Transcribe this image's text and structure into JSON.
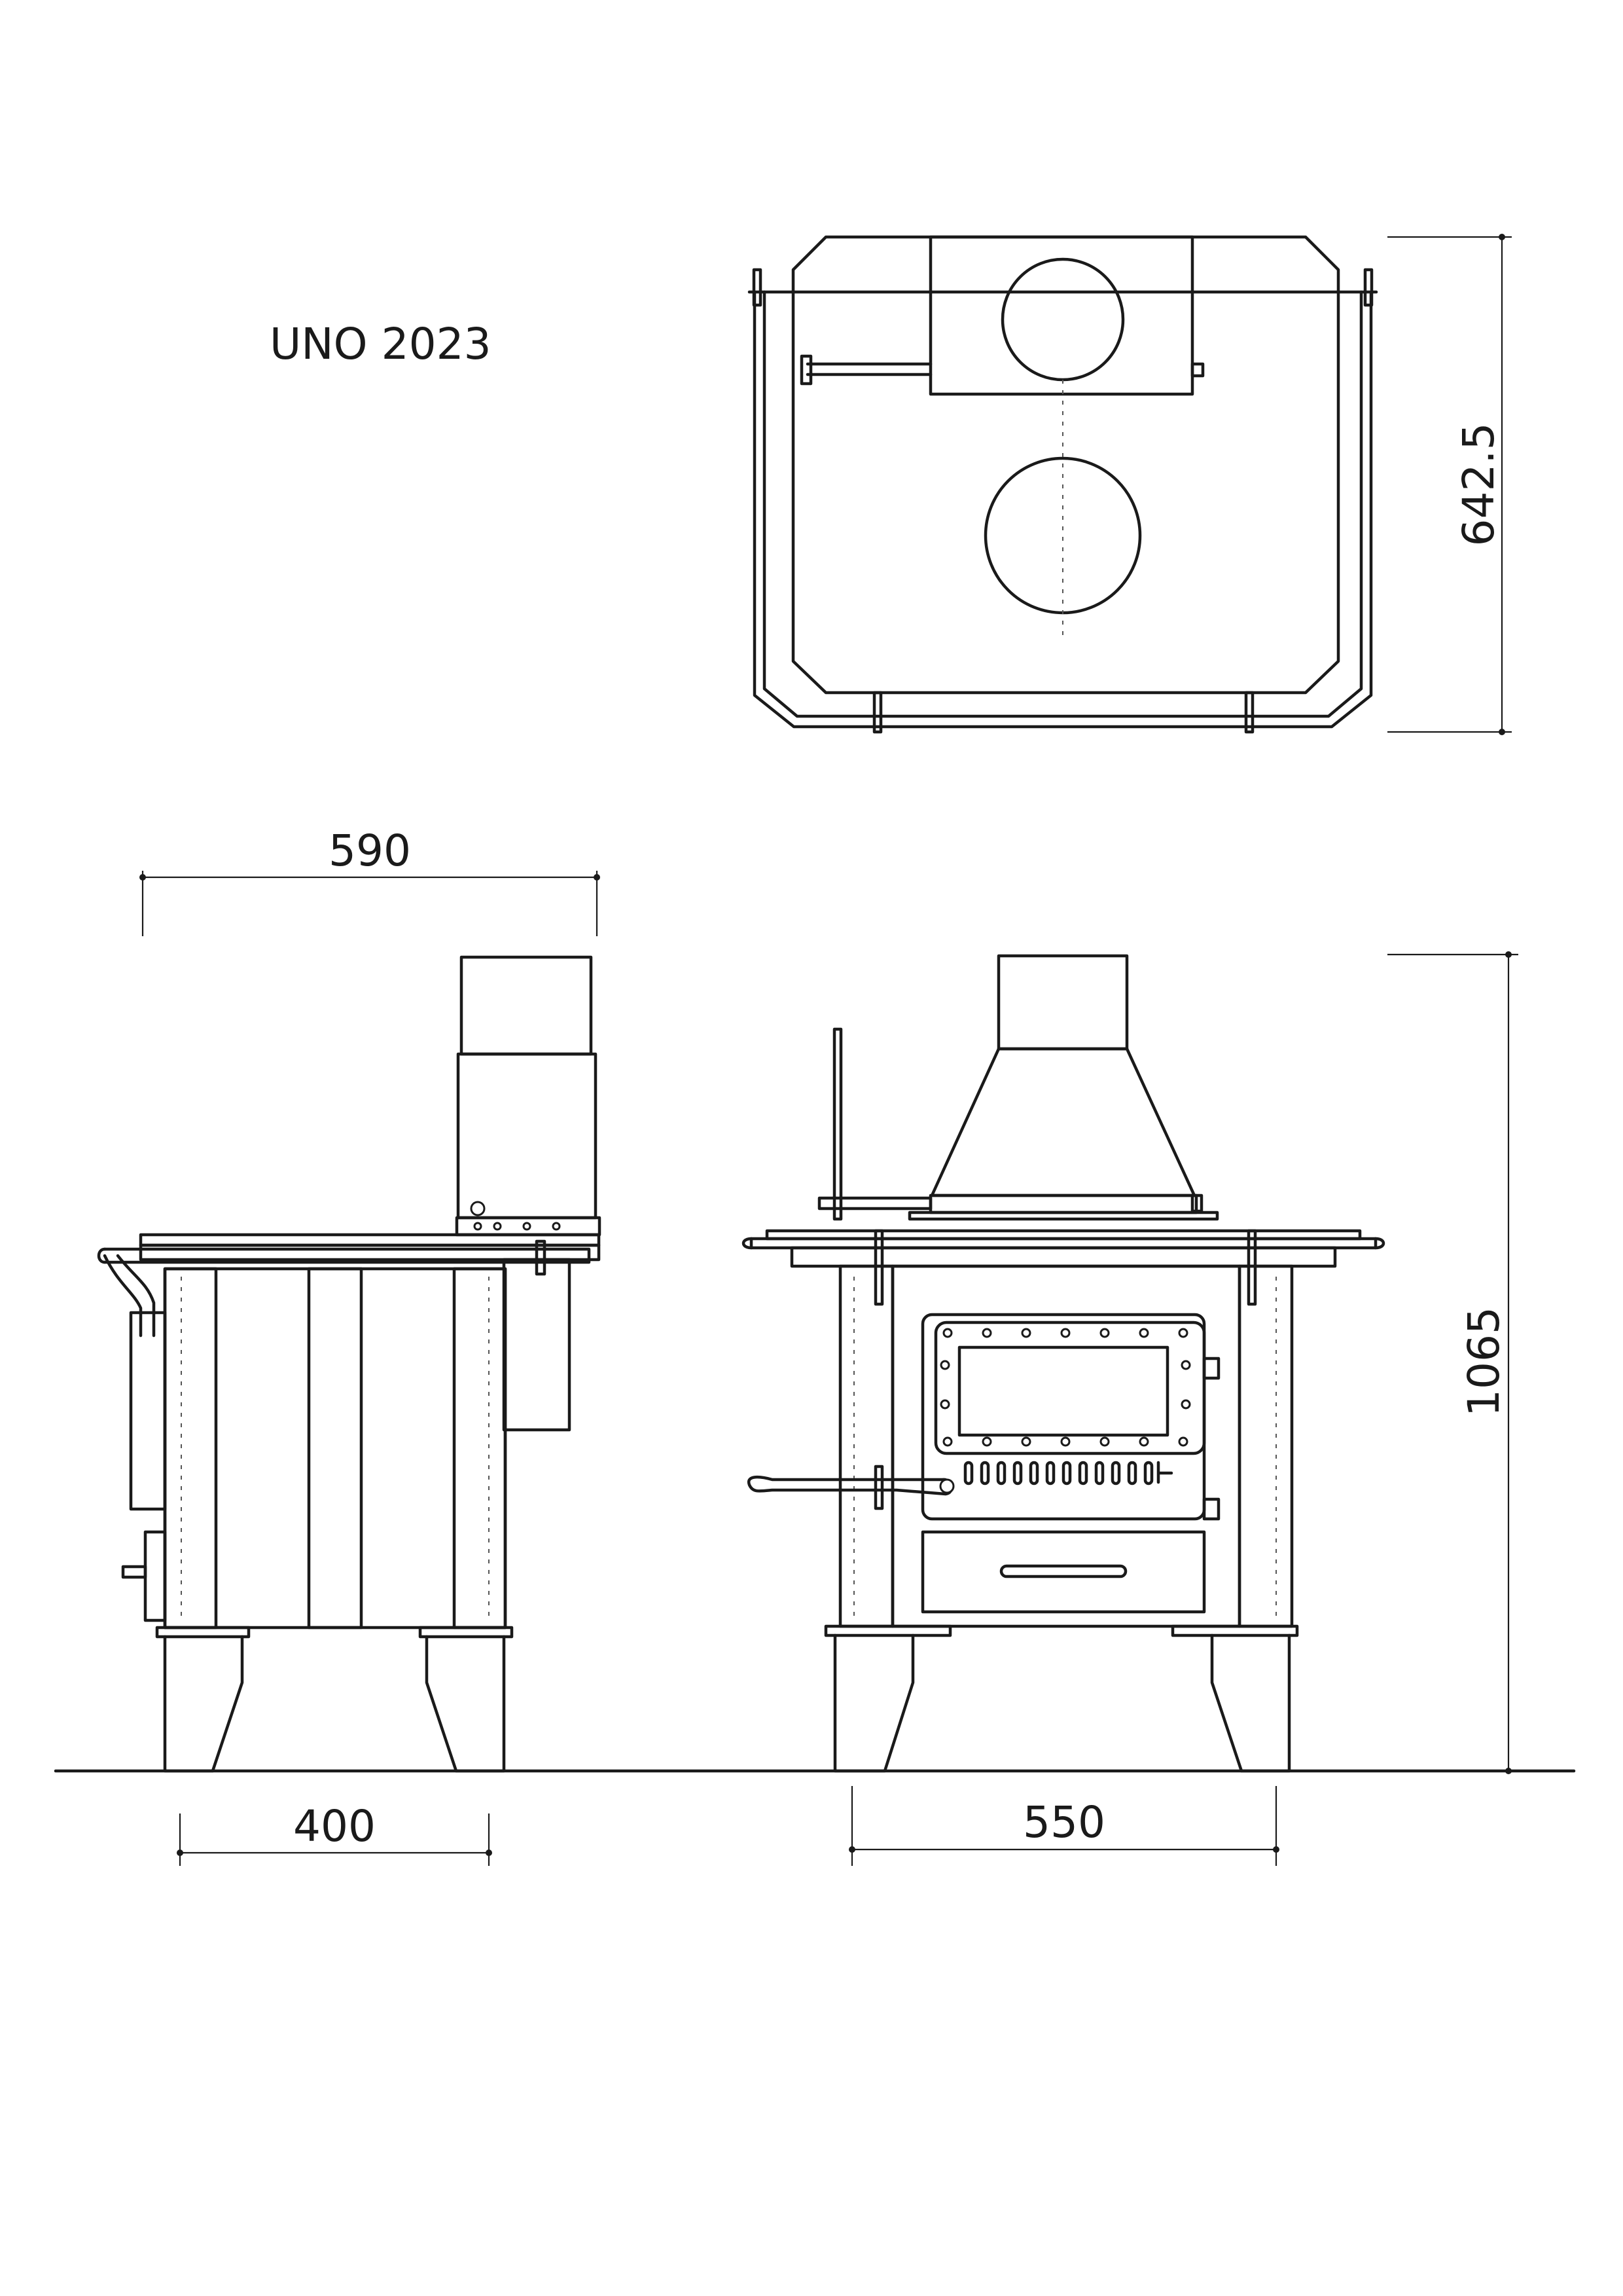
{
  "title": "UNO  2023",
  "dimensions": {
    "top_depth": "642.5",
    "side_width": "590",
    "side_leg_span": "400",
    "front_leg_span": "550",
    "height": "1065"
  },
  "colors": {
    "line": "#1a1a1a",
    "background": "#ffffff"
  }
}
